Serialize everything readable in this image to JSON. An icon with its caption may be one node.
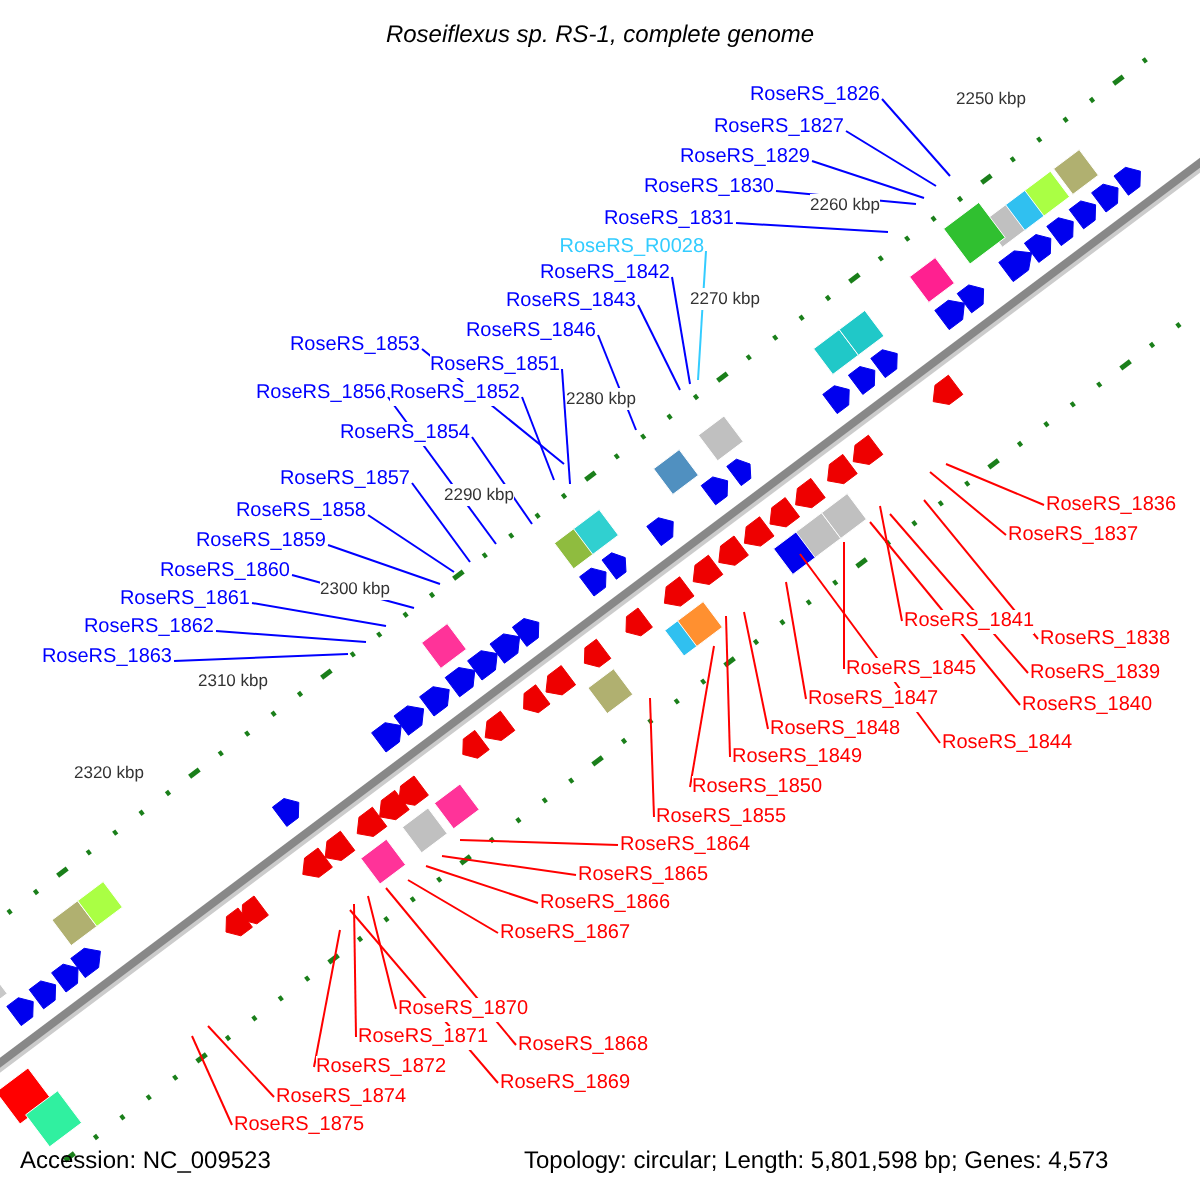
{
  "diagram": {
    "title": "Roseiflexus sp. RS-1, complete genome",
    "nodes": [
      {
        "text": [
          "RoseRS_1826"
        ]
      },
      {
        "text": [
          "RoseRS_1827"
        ]
      },
      {
        "text": [
          "RoseRS_1829"
        ]
      },
      {
        "text": [
          "RoseRS_1830"
        ]
      },
      {
        "text": [
          "RoseRS_1831"
        ]
      },
      {
        "text": [
          "RoseRS_R0028"
        ]
      },
      {
        "text": [
          "RoseRS_1842"
        ]
      },
      {
        "text": [
          "RoseRS_1843"
        ]
      },
      {
        "text": [
          "RoseRS_1846"
        ]
      },
      {
        "text": [
          "RoseRS_1853"
        ]
      },
      {
        "text": [
          "RoseRS_1851"
        ]
      },
      {
        "text": [
          "RoseRS_1856"
        ]
      },
      {
        "text": [
          "RoseRS_1852"
        ]
      },
      {
        "text": [
          "RoseRS_1854"
        ]
      },
      {
        "text": [
          "RoseRS_1857"
        ]
      },
      {
        "text": [
          "RoseRS_1858"
        ]
      },
      {
        "text": [
          "RoseRS_1859"
        ]
      },
      {
        "text": [
          "RoseRS_1860"
        ]
      },
      {
        "text": [
          "RoseRS_1861"
        ]
      },
      {
        "text": [
          "RoseRS_1862"
        ]
      },
      {
        "text": [
          "RoseRS_1863"
        ]
      },
      {
        "text": [
          "RoseRS_1836"
        ]
      },
      {
        "text": [
          "RoseRS_1837"
        ]
      },
      {
        "text": [
          "RoseRS_1841"
        ]
      },
      {
        "text": [
          "RoseRS_1838"
        ]
      },
      {
        "text": [
          "RoseRS_1845"
        ]
      },
      {
        "text": [
          "RoseRS_1839"
        ]
      },
      {
        "text": [
          "RoseRS_1847"
        ]
      },
      {
        "text": [
          "RoseRS_1840"
        ]
      },
      {
        "text": [
          "RoseRS_1848"
        ]
      },
      {
        "text": [
          "RoseRS_1844"
        ]
      },
      {
        "text": [
          "RoseRS_1849"
        ]
      },
      {
        "text": [
          "RoseRS_1850"
        ]
      },
      {
        "text": [
          "RoseRS_1855"
        ]
      },
      {
        "text": [
          "RoseRS_1864"
        ]
      },
      {
        "text": [
          "RoseRS_1865"
        ]
      },
      {
        "text": [
          "RoseRS_1866"
        ]
      },
      {
        "text": [
          "RoseRS_1867"
        ]
      },
      {
        "text": [
          "RoseRS_1870"
        ]
      },
      {
        "text": [
          "RoseRS_1871"
        ]
      },
      {
        "text": [
          "RoseRS_1868"
        ]
      },
      {
        "text": [
          "RoseRS_1872"
        ]
      },
      {
        "text": [
          "RoseRS_1869"
        ]
      },
      {
        "text": [
          "RoseRS_1874"
        ]
      },
      {
        "text": [
          "RoseRS_1875"
        ]
      }
    ],
    "edges": [
      {
        "from": 0,
        "to": null,
        "arrow": "none",
        "color": "#0000ff"
      },
      {
        "from": 1,
        "to": null,
        "arrow": "none",
        "color": "#0000ff"
      },
      {
        "from": 2,
        "to": null,
        "arrow": "none",
        "color": "#0000ff"
      },
      {
        "from": 3,
        "to": null,
        "arrow": "none",
        "color": "#0000ff"
      },
      {
        "from": 4,
        "to": null,
        "arrow": "none",
        "color": "#0000ff"
      },
      {
        "from": 5,
        "to": null,
        "arrow": "none",
        "color": "#33ccff"
      },
      {
        "from": 6,
        "to": null,
        "arrow": "none",
        "color": "#0000ff"
      },
      {
        "from": 7,
        "to": null,
        "arrow": "none",
        "color": "#0000ff"
      },
      {
        "from": 8,
        "to": null,
        "arrow": "none",
        "color": "#0000ff"
      },
      {
        "from": 9,
        "to": null,
        "arrow": "none",
        "color": "#0000ff"
      },
      {
        "from": 10,
        "to": null,
        "arrow": "none",
        "color": "#0000ff"
      },
      {
        "from": 11,
        "to": null,
        "arrow": "none",
        "color": "#0000ff"
      },
      {
        "from": 12,
        "to": null,
        "arrow": "none",
        "color": "#0000ff"
      },
      {
        "from": 13,
        "to": null,
        "arrow": "none",
        "color": "#0000ff"
      },
      {
        "from": 14,
        "to": null,
        "arrow": "none",
        "color": "#0000ff"
      },
      {
        "from": 15,
        "to": null,
        "arrow": "none",
        "color": "#0000ff"
      },
      {
        "from": 16,
        "to": null,
        "arrow": "none",
        "color": "#0000ff"
      },
      {
        "from": 17,
        "to": null,
        "arrow": "none",
        "color": "#0000ff"
      },
      {
        "from": 18,
        "to": null,
        "arrow": "none",
        "color": "#0000ff"
      },
      {
        "from": 19,
        "to": null,
        "arrow": "none",
        "color": "#0000ff"
      },
      {
        "from": 20,
        "to": null,
        "arrow": "none",
        "color": "#0000ff"
      },
      {
        "from": 21,
        "to": null,
        "arrow": "none"
      },
      {
        "from": 22,
        "to": null,
        "arrow": "none"
      },
      {
        "from": 23,
        "to": null,
        "arrow": "none"
      },
      {
        "from": 24,
        "to": null,
        "arrow": "none"
      },
      {
        "from": 25,
        "to": null,
        "arrow": "none"
      },
      {
        "from": 26,
        "to": null,
        "arrow": "none"
      },
      {
        "from": 27,
        "to": null,
        "arrow": "none"
      },
      {
        "from": 28,
        "to": null,
        "arrow": "none"
      },
      {
        "from": 29,
        "to": null,
        "arrow": "none"
      },
      {
        "from": 30,
        "to": null,
        "arrow": "none"
      },
      {
        "from": 31,
        "to": null,
        "arrow": "none"
      },
      {
        "from": 32,
        "to": null,
        "arrow": "none"
      },
      {
        "from": 33,
        "to": null,
        "arrow": "none"
      },
      {
        "from": 34,
        "to": null,
        "arrow": "none"
      },
      {
        "from": 35,
        "to": null,
        "arrow": "none"
      },
      {
        "from": 36,
        "to": null,
        "arrow": "none"
      },
      {
        "from": 37,
        "to": null,
        "arrow": "none"
      },
      {
        "from": 38,
        "to": null,
        "arrow": "none"
      },
      {
        "from": 39,
        "to": null,
        "arrow": "none"
      },
      {
        "from": 40,
        "to": null,
        "arrow": "none"
      },
      {
        "from": 41,
        "to": null,
        "arrow": "none"
      },
      {
        "from": 42,
        "to": null,
        "arrow": "none"
      },
      {
        "from": 43,
        "to": null,
        "arrow": "none"
      },
      {
        "from": 44,
        "to": null,
        "arrow": "none"
      }
    ],
    "labels": [
      "2250 kbp",
      "2260 kbp",
      "2270 kbp",
      "2280 kbp",
      "2290 kbp",
      "2300 kbp",
      "2310 kbp",
      "2320 kbp",
      "Accession: NC_009523",
      "Topology: circular; Length: 5,801,598 bp; Genes: 4,573"
    ]
  }
}
